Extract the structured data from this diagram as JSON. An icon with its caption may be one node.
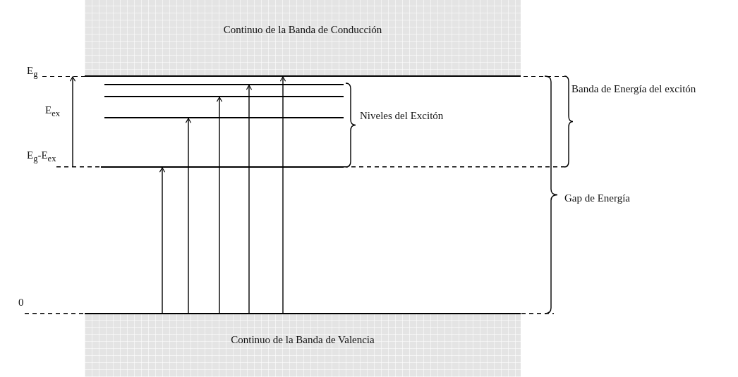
{
  "diagram": {
    "nodes": [
      {
        "text": [
          "Continuo de la Banda de Conducción"
        ],
        "beside": [
          "E$_{g}$"
        ]
      },
      {
        "text": [],
        "shape": "bar"
      },
      {
        "text": [],
        "shape": "bar"
      },
      {
        "text": [],
        "shape": "bar"
      },
      {
        "text": [],
        "shape": "bar",
        "beside": [
          "E$_{g}$-E$_{ex}$"
        ]
      },
      {
        "text": [
          "Continuo de la Banda de Valencia"
        ],
        "beside": [
          "0"
        ]
      }
    ],
    "edges": [
      {
        "from": 5,
        "to": 4,
        "arrow": "to"
      },
      {
        "from": 5,
        "to": 3,
        "arrow": "to"
      },
      {
        "from": 5,
        "to": 2,
        "arrow": "to"
      },
      {
        "from": 5,
        "to": 1,
        "arrow": "to"
      },
      {
        "from": 5,
        "to": 0,
        "arrow": "to"
      },
      {
        "from": 4,
        "to": 0,
        "arrow": "to"
      }
    ],
    "labels": [
      "E$_{ex}$",
      "Niveles del Excitón",
      "Banda de Energía del excitón",
      "Gap de Energía"
    ]
  }
}
